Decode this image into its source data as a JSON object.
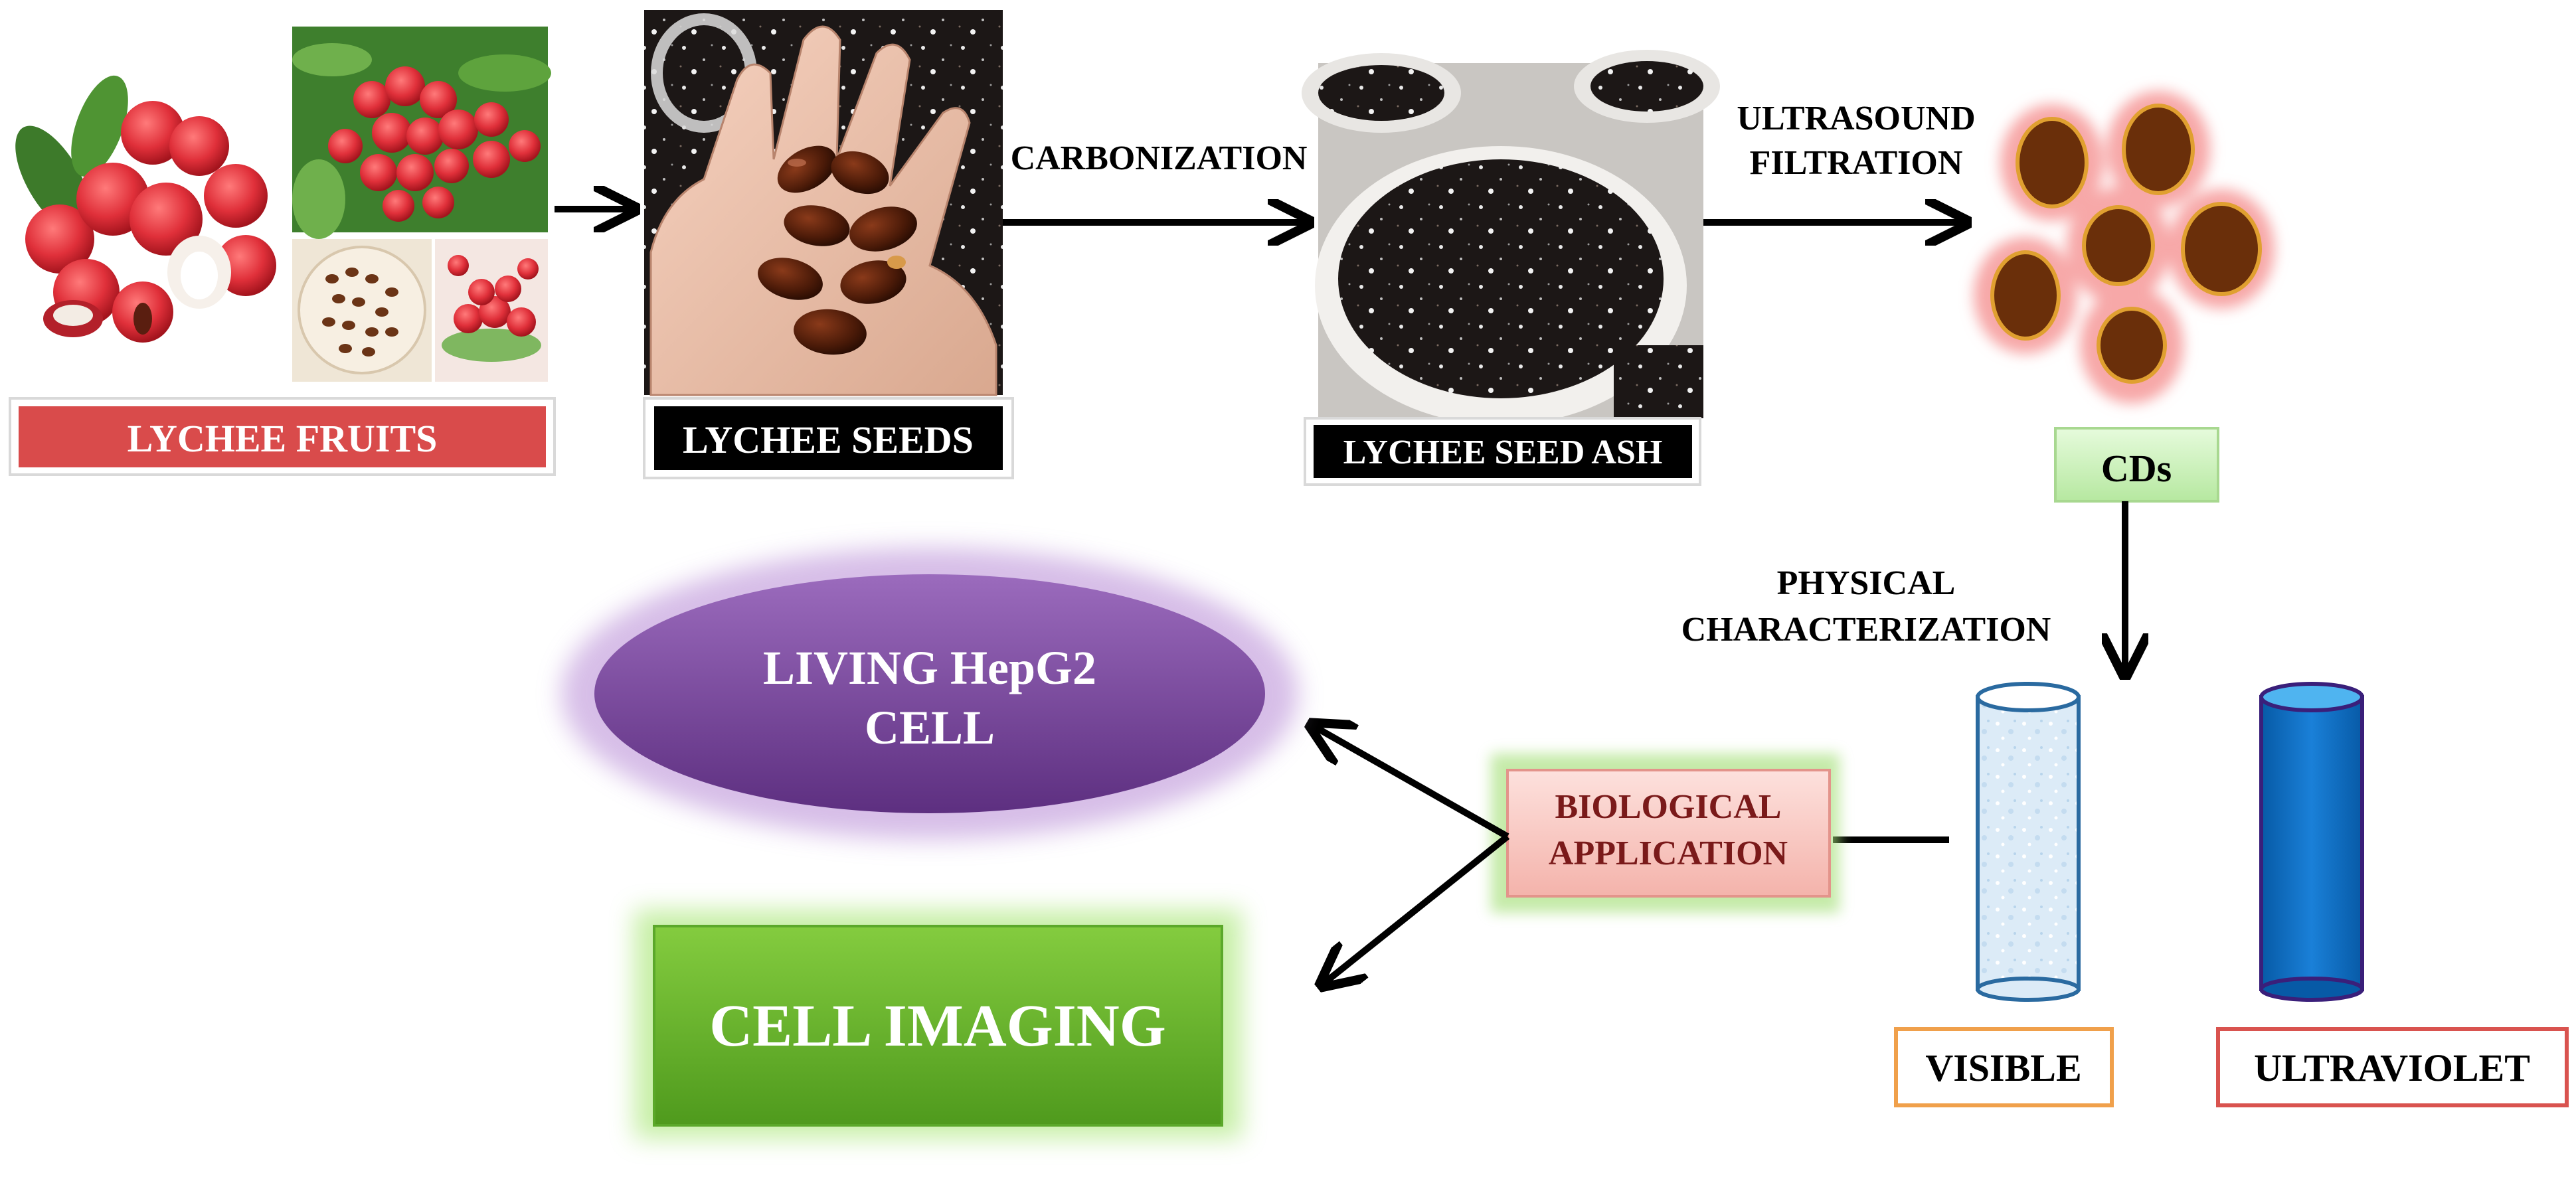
{
  "diagram": {
    "fruits_label": "LYCHEE FRUITS",
    "seeds_label": "LYCHEE SEEDS",
    "ash_label": "LYCHEE SEED ASH",
    "step_carbonization": "CARBONIZATION",
    "step_ultrasound_line1": "ULTRASOUND",
    "step_ultrasound_line2": "FILTRATION",
    "cds_label": "CDs",
    "characterization_line1": "PHYSICAL",
    "characterization_line2": "CHARACTERIZATION",
    "visible_label": "VISIBLE",
    "ultraviolet_label": "ULTRAVIOLET",
    "bio_line1": "BIOLOGICAL",
    "bio_line2": "APPLICATION",
    "hepg2_line1": "LIVING HepG2",
    "hepg2_line2": "CELL",
    "imaging_label": "CELL IMAGING"
  },
  "colors": {
    "fruits_banner": "#d94b4b",
    "seeds_banner": "#000000",
    "ash_banner": "#000000",
    "cds_box": "#c9f0b8",
    "bio_box": "#f9c9c4",
    "hepg2_ellipse": "#7d4b9e",
    "imaging_box": "#6ab82e",
    "uv_cylinder": "#0a6fc6",
    "visible_cylinder": "#dbeaf7",
    "dot_fill": "#6a2f0a",
    "dot_glow": "#f6a3a3",
    "visible_border": "#f0a04b",
    "uv_border": "#d9534f"
  }
}
